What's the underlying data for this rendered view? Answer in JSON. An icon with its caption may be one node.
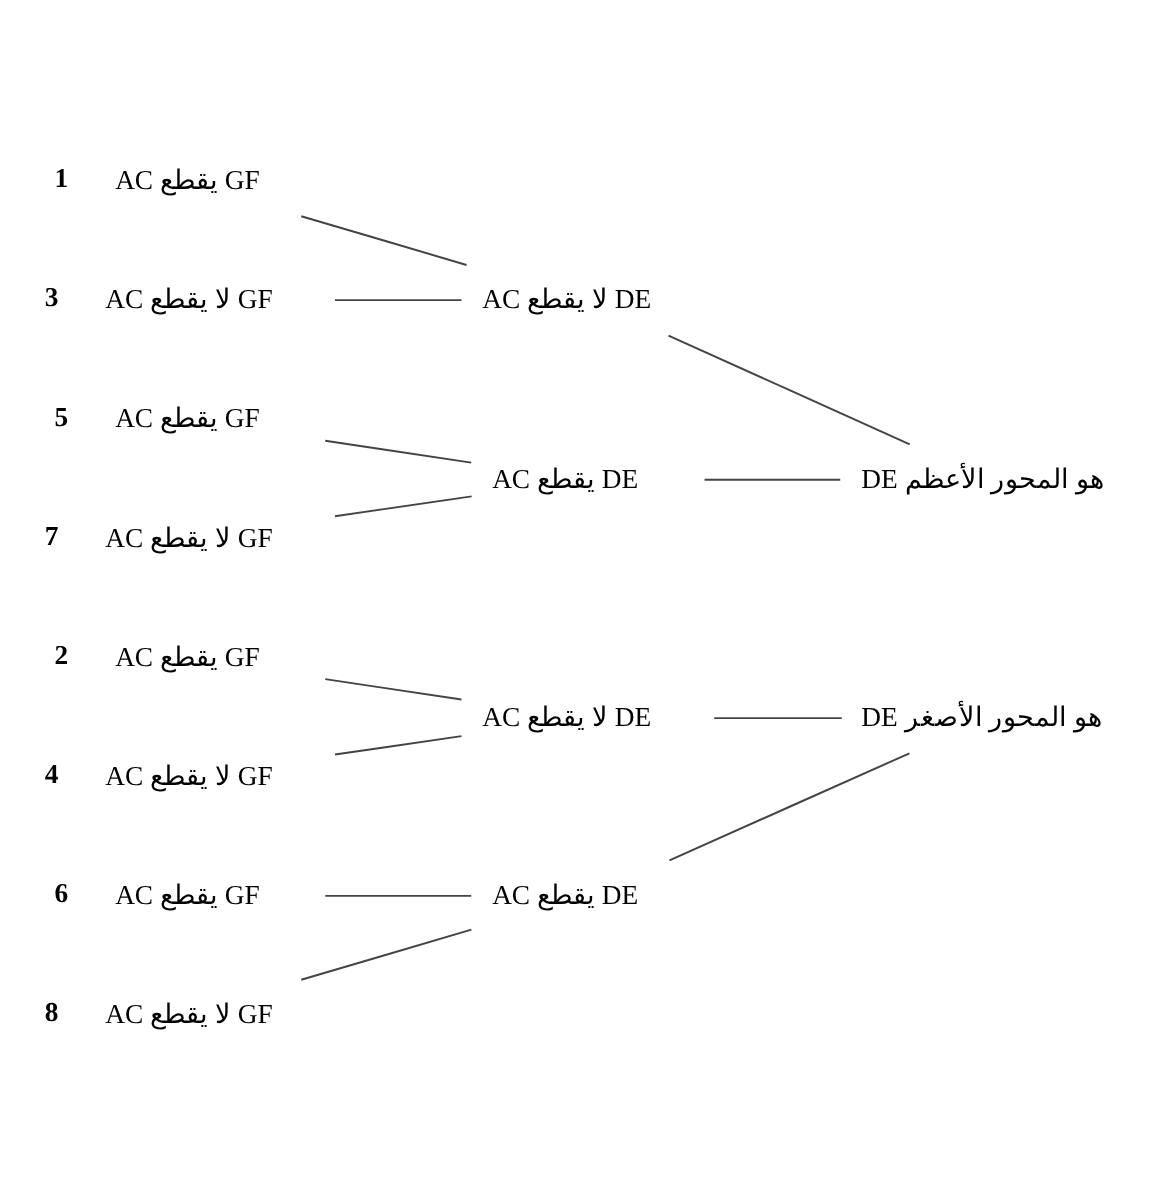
{
  "diagram": {
    "nodes": [
      {
        "text": [
          "AC يقطع GF"
        ],
        "beside": [
          "1"
        ]
      },
      {
        "text": [
          "AC لا يقطع DE"
        ]
      },
      {
        "text": [
          "AC لا يقطع GF"
        ],
        "beside": [
          "3"
        ]
      },
      {
        "text": [
          "DE هو المحور الأعظم"
        ]
      },
      {
        "text": [
          "AC يقطع GF"
        ],
        "beside": [
          "5"
        ]
      },
      {
        "text": [
          "AC يقطع DE"
        ]
      },
      {
        "text": [
          "AC لا يقطع GF"
        ],
        "beside": [
          "7"
        ]
      },
      {
        "text": [
          "AC يقطع GF"
        ],
        "beside": [
          "2"
        ]
      },
      {
        "text": [
          "AC لا يقطع DE"
        ]
      },
      {
        "text": [
          "AC لا يقطع GF"
        ],
        "beside": [
          "4"
        ]
      },
      {
        "text": [
          "DE هو المحور الأصغر"
        ]
      },
      {
        "text": [
          "AC يقطع GF"
        ],
        "beside": [
          "6"
        ]
      },
      {
        "text": [
          "AC يقطع DE"
        ]
      },
      {
        "text": [
          "AC لا يقطع GF"
        ],
        "beside": [
          "8"
        ]
      }
    ],
    "edges": [
      {
        "from": 0,
        "to": 1,
        "arrow": "none"
      },
      {
        "from": 2,
        "to": 1,
        "arrow": "none"
      },
      {
        "from": 1,
        "to": 3,
        "arrow": "none"
      },
      {
        "from": 4,
        "to": 5,
        "arrow": "none"
      },
      {
        "from": 6,
        "to": 5,
        "arrow": "none"
      },
      {
        "from": 5,
        "to": 3,
        "arrow": "none"
      },
      {
        "from": 7,
        "to": 8,
        "arrow": "none"
      },
      {
        "from": 9,
        "to": 8,
        "arrow": "none"
      },
      {
        "from": 8,
        "to": 10,
        "arrow": "none"
      },
      {
        "from": 11,
        "to": 12,
        "arrow": "none"
      },
      {
        "from": 13,
        "to": 12,
        "arrow": "none"
      },
      {
        "from": 12,
        "to": 10,
        "arrow": "none"
      }
    ]
  }
}
